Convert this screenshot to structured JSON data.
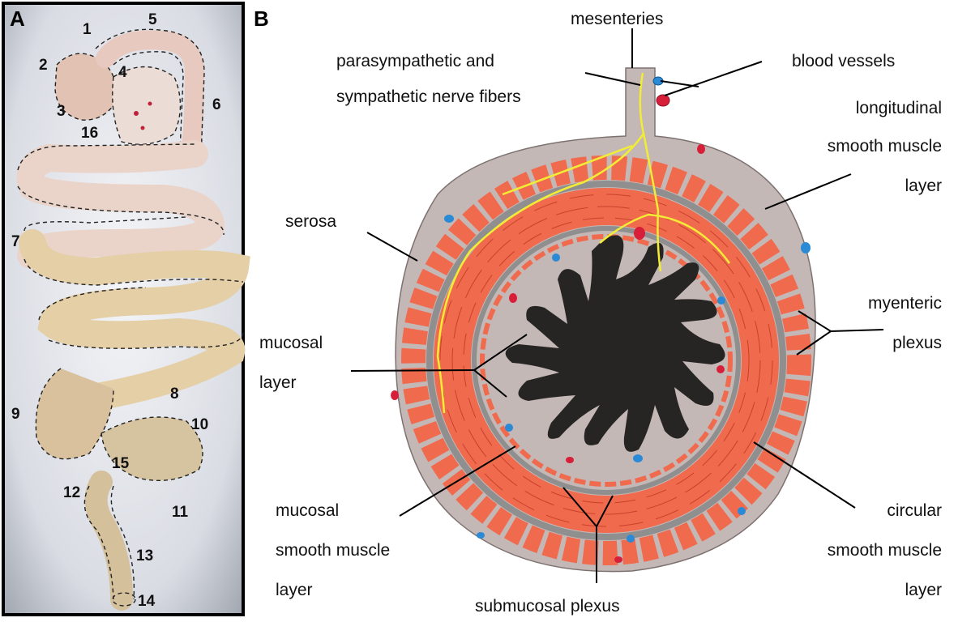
{
  "panel_a": {
    "letter": "A",
    "segment_numbers": [
      "1",
      "2",
      "3",
      "4",
      "5",
      "6",
      "7",
      "8",
      "9",
      "10",
      "11",
      "12",
      "13",
      "14",
      "15",
      "16"
    ]
  },
  "panel_b": {
    "letter": "B",
    "labels": {
      "mesenteries": "mesenteries",
      "nerve_line1": "parasympathetic and",
      "nerve_line2": "sympathetic nerve fibers",
      "blood_vessels": "blood vessels",
      "longitudinal_line1": "longitudinal",
      "longitudinal_line2": "smooth muscle",
      "longitudinal_line3": "layer",
      "serosa": "serosa",
      "myenteric_line1": "myenteric",
      "myenteric_line2": "plexus",
      "mucosal_layer_line1": "mucosal",
      "mucosal_layer_line2": "layer",
      "mucosal_sm_line1": "mucosal",
      "mucosal_sm_line2": "smooth muscle",
      "mucosal_sm_line3": "layer",
      "circular_line1": "circular",
      "circular_line2": "smooth muscle",
      "circular_line3": "layer",
      "submucosal": "submucosal plexus"
    }
  },
  "colors": {
    "tissue": "#c4b8b6",
    "muscle": "#f06a4e",
    "plexus": "#8f8f8f",
    "lumen": "#262524",
    "nerve": "#f3ec35",
    "artery": "#d81f3a",
    "vein": "#2a8ad6"
  }
}
